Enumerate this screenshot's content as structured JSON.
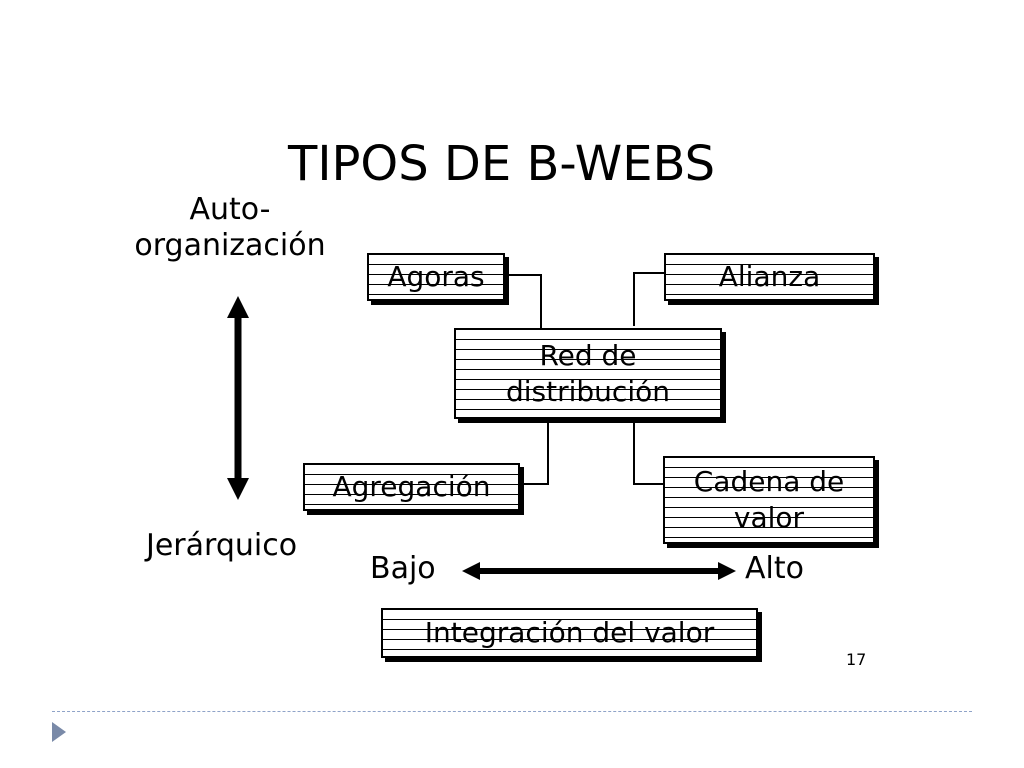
{
  "slide": {
    "title": "TIPOS DE B-WEBS",
    "axis_vertical": {
      "top_label_line1": "Auto-",
      "top_label_line2": "organización",
      "bottom_label": "Jerárquico"
    },
    "axis_horizontal": {
      "left_label": "Bajo",
      "right_label": "Alto",
      "caption": "Integración del valor"
    },
    "boxes": {
      "agoras": "Agoras",
      "alianza": "Alianza",
      "red_line1": "Red de",
      "red_line2": "distribución",
      "agregacion": "Agregación",
      "cadena_line1": "Cadena de",
      "cadena_line2": "valor"
    },
    "slide_number": "17",
    "colors": {
      "ink": "#000000",
      "footer_accent": "#7a8aa8"
    }
  }
}
